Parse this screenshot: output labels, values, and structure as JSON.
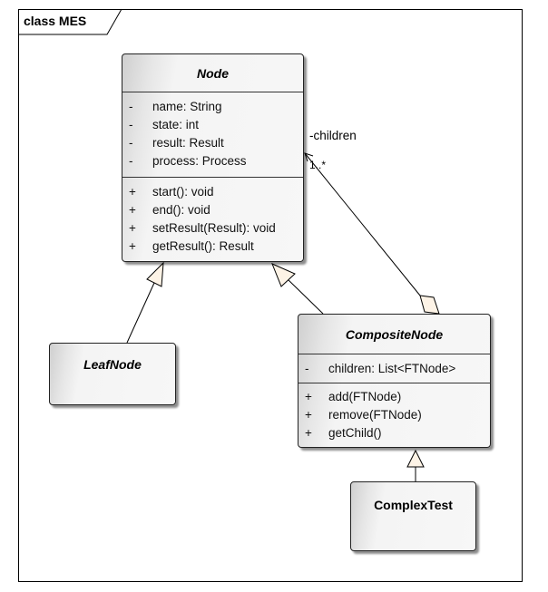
{
  "frame": {
    "title": "class MES"
  },
  "classes": {
    "node": {
      "name": "Node",
      "attributes": [
        {
          "vis": "-",
          "text": "name: String"
        },
        {
          "vis": "-",
          "text": "state: int"
        },
        {
          "vis": "-",
          "text": "result: Result"
        },
        {
          "vis": "-",
          "text": "process: Process"
        }
      ],
      "operations": [
        {
          "vis": "+",
          "text": "start(): void"
        },
        {
          "vis": "+",
          "text": "end(): void"
        },
        {
          "vis": "+",
          "text": "setResult(Result): void"
        },
        {
          "vis": "+",
          "text": "getResult(): Result"
        }
      ]
    },
    "leaf": {
      "name": "LeafNode"
    },
    "composite": {
      "name": "CompositeNode",
      "attributes": [
        {
          "vis": "-",
          "text": "children: List<FTNode>"
        }
      ],
      "operations": [
        {
          "vis": "+",
          "text": "add(FTNode)"
        },
        {
          "vis": "+",
          "text": "remove(FTNode)"
        },
        {
          "vis": "+",
          "text": "getChild()"
        }
      ]
    },
    "complex": {
      "name": "ComplexTest"
    }
  },
  "association": {
    "role": "-children",
    "multiplicity": "1..*"
  }
}
